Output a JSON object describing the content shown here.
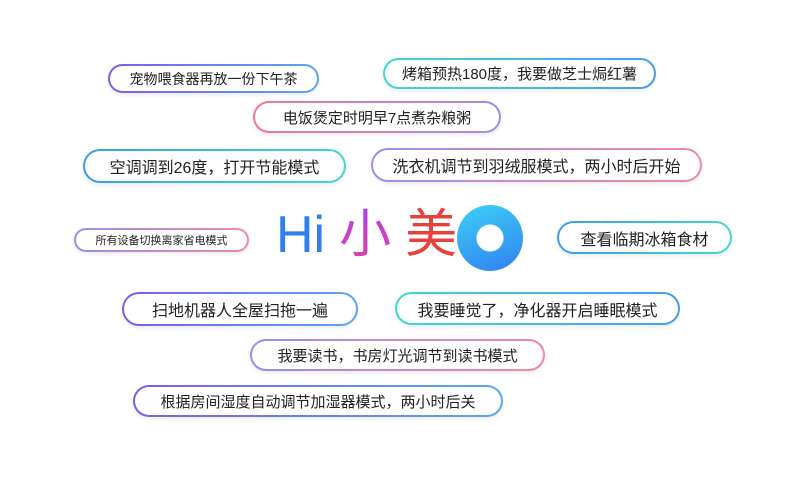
{
  "title": {
    "hi": "Hi",
    "xiao": "小",
    "mei": "美"
  },
  "assistant_icon": "voice-ring-icon",
  "commands": [
    "宠物喂食器再放一份下午茶",
    "烤箱预热180度，我要做芝士焗红薯",
    "电饭煲定时明早7点煮杂粮粥",
    "空调调到26度，打开节能模式",
    "洗衣机调节到羽绒服模式，两小时后开始",
    "所有设备切换离家省电模式",
    "查看临期冰箱食材",
    "扫地机器人全屋扫拖一遍",
    "我要睡觉了，净化器开启睡眠模式",
    "我要读书，书房灯光调节到读书模式",
    "根据房间湿度自动调节加湿器模式，两小时后关"
  ]
}
